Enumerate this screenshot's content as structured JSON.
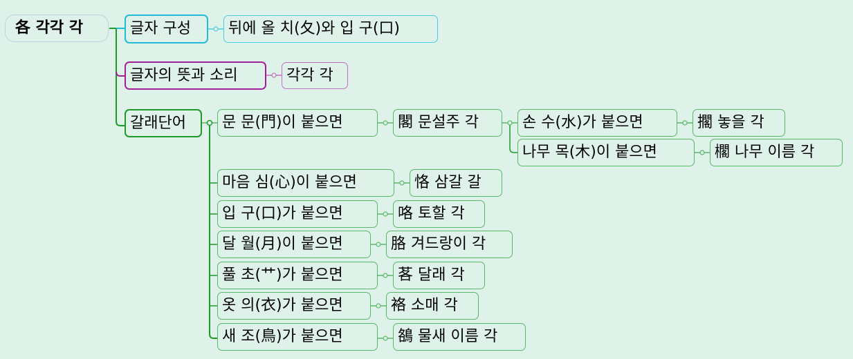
{
  "root": {
    "label": "各 각각 각"
  },
  "branches": [
    {
      "label": "글자 구성",
      "color": "#22bcd8",
      "children": [
        {
          "label": "뒤에 올 치(夂)와 입 구(口)"
        }
      ]
    },
    {
      "label": "글자의 뜻과 소리",
      "color": "#a0209a",
      "children": [
        {
          "label": "각각 각"
        }
      ]
    },
    {
      "label": "갈래단어",
      "color": "#1e9a28",
      "children": [
        {
          "label": "문 문(門)이 붙으면",
          "result": "閣 문설주 각",
          "children": [
            {
              "label": "손 수(水)가 붙으면",
              "result": "擱 놓을 각"
            },
            {
              "label": "나무 목(木)이 붙으면",
              "result": "櫊 나무 이름 각"
            }
          ]
        },
        {
          "label": "마음 심(心)이 붙으면",
          "result": "恪 삼갈 갈"
        },
        {
          "label": "입 구(口)가 붙으면",
          "result": "咯 토할 각"
        },
        {
          "label": "달 월(月)이 붙으면",
          "result": "胳 겨드랑이 각"
        },
        {
          "label": "풀 초(艹)가 붙으면",
          "result": "茖 달래 각"
        },
        {
          "label": "옷 의(衣)가 붙으면",
          "result": "袼 소매 각"
        },
        {
          "label": "새 조(鳥)가 붙으면",
          "result": "鵅 물새 이름 각"
        }
      ]
    }
  ],
  "colors": {
    "background": "#dff2ea",
    "branch_green": "#1e9a28",
    "branch_cyan": "#22bcd8",
    "branch_purple": "#a0209a"
  }
}
